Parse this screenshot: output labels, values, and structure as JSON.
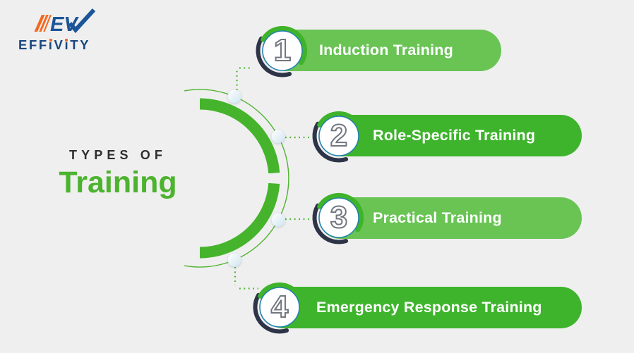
{
  "logo": {
    "mark": "EV",
    "word": {
      "seg1": "EFF",
      "i1": "ı",
      "seg2": "V",
      "i2": "ı",
      "seg3": "TY"
    }
  },
  "title": {
    "kicker": "TYPES OF",
    "main": "Training"
  },
  "items": [
    {
      "number": "1",
      "label": "Induction Training",
      "variant": "light"
    },
    {
      "number": "2",
      "label": "Role-Specific Training",
      "variant": "dark"
    },
    {
      "number": "3",
      "label": "Practical Training",
      "variant": "light"
    },
    {
      "number": "4",
      "label": "Emergency Response Training",
      "variant": "dark"
    }
  ],
  "colors": {
    "pill_green_light": "#69c454",
    "pill_green_dark": "#3eb42c",
    "arc_green": "#45b42c",
    "arc_navy": "#2e3448",
    "ring_blue": "#2283ad",
    "number_outline_gray": "#72767f",
    "title_green": "#4cb32e",
    "title_dark": "#2e2e30",
    "logo_blue": "#1c5598",
    "logo_orange": "#f26a21",
    "background": "#efefef"
  }
}
